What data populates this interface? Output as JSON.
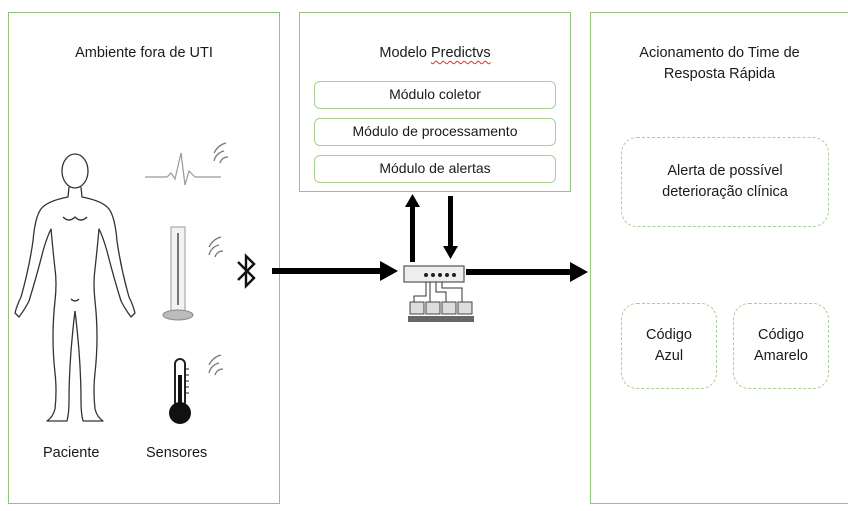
{
  "left_panel": {
    "title": "Ambiente fora de UTI",
    "patient_label": "Paciente",
    "sensors_label": "Sensores"
  },
  "middle_panel": {
    "title_prefix": "Modelo ",
    "title_word": "Predictvs",
    "modules": [
      "Módulo coletor",
      "Módulo de processamento",
      "Módulo de alertas"
    ]
  },
  "right_panel": {
    "title_line1": "Acionamento do Time de",
    "title_line2": "Resposta Rápida",
    "alert_line1": "Alerta de possível",
    "alert_line2": "deterioração clínica",
    "code_blue_line1": "Código",
    "code_blue_line2": "Azul",
    "code_yellow_line1": "Código",
    "code_yellow_line2": "Amarelo"
  },
  "colors": {
    "panel_border": "#93c47d",
    "box_border": "#a9d08e",
    "arrow": "#000000"
  },
  "icons": [
    "human-body-icon",
    "heartbeat-sensor-icon",
    "wireless-signal-icon",
    "bar-sensor-icon",
    "thermometer-icon",
    "bluetooth-icon",
    "network-switch-icon",
    "computer-icon"
  ]
}
